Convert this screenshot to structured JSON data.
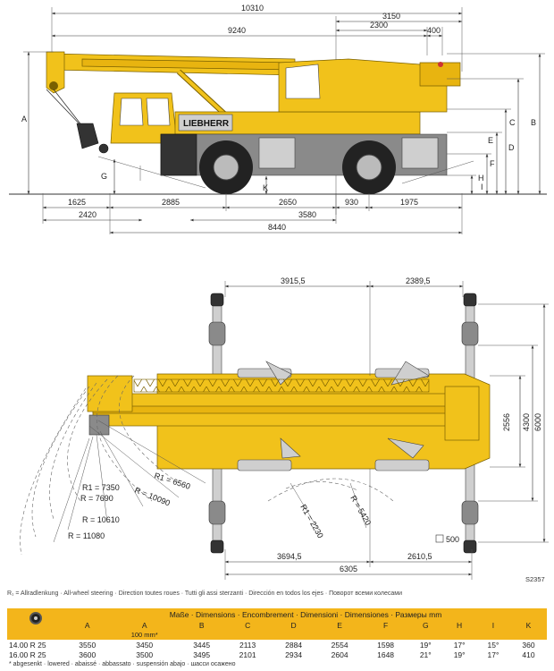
{
  "side_view": {
    "dims_top": {
      "d1": "10310",
      "d2": "9240",
      "d3": "3150",
      "d4": "2300",
      "d5": "400"
    },
    "dims_bottom_row1": {
      "d1": "1625",
      "d2": "2885",
      "d3": "2650",
      "d4": "930",
      "d5": "1975"
    },
    "dims_bottom_row2": {
      "d1": "2420",
      "d2": "3580"
    },
    "dims_bottom_row3": {
      "d1": "8440"
    },
    "letters": {
      "a": "A",
      "b": "B",
      "c": "C",
      "d": "D",
      "e": "E",
      "f": "F",
      "g": "G",
      "h": "H",
      "i": "I",
      "k": "K"
    },
    "brand": "LIEBHERR"
  },
  "top_view": {
    "dims_top": {
      "d1": "3915,5",
      "d2": "2389,5"
    },
    "dims_bottom": {
      "d1": "3694,5",
      "d2": "2610,5",
      "d3": "6305"
    },
    "dims_right": {
      "d1": "2556",
      "d2": "4300",
      "d3": "6000"
    },
    "radii": {
      "r1": "R1 = 6560",
      "r2": "R = 10090",
      "r3": "R1 = 7350",
      "r4": "R = 7690",
      "r5": "R = 10610",
      "r6": "R = 11080",
      "r7": "R1 = 2230",
      "r8": "R = 5420"
    },
    "box_label": "500"
  },
  "drawing_no": "S2357",
  "footnote": "R₁ = Allradlenkung · All-wheel steering · Direction toutes roues · Tutti gli assi sterzanti · Dirección en todos los ejes · Поворот всеми колесами",
  "table": {
    "title": "Maße · Dimensions · Encombrement · Dimensioni · Dimensiones · Размеры mm",
    "columns": [
      "A",
      "A",
      "B",
      "C",
      "D",
      "E",
      "F",
      "G",
      "H",
      "I",
      "K"
    ],
    "sub_a": "100 mm*",
    "rows": [
      {
        "label": "14.00 R 25",
        "values": [
          "3550",
          "3450",
          "3445",
          "2113",
          "2884",
          "2554",
          "1598",
          "19°",
          "17°",
          "15°",
          "360"
        ]
      },
      {
        "label": "16.00 R 25",
        "values": [
          "3600",
          "3500",
          "3495",
          "2101",
          "2934",
          "2604",
          "1648",
          "21°",
          "19°",
          "17°",
          "410"
        ]
      }
    ],
    "note": "* abgesenkt · lowered · abaissé · abbassato · suspensión abajo · шасси осажено"
  }
}
